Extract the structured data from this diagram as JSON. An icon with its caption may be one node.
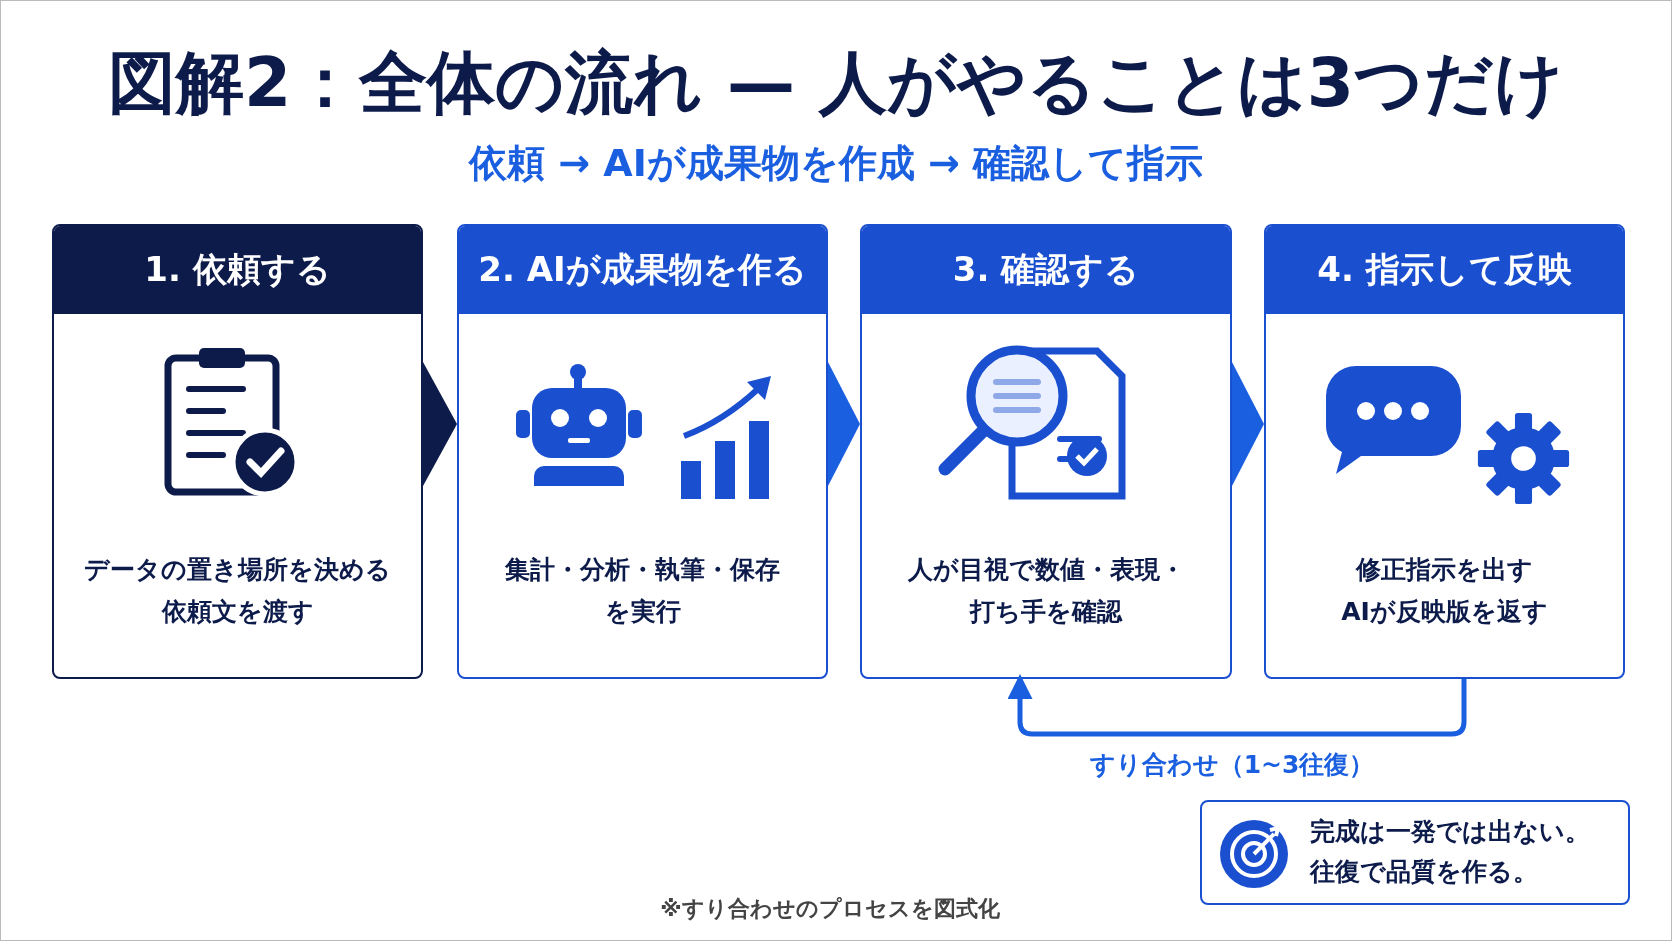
{
  "diagram": {
    "title": "図解2：全体の流れ — 人がやることは3つだけ",
    "caption": "※すり合わせのプロセスを図式化",
    "nodes": [
      {
        "text": [
          "1. 依頼する",
          "データの置き場所を決める",
          "依頼文を渡す"
        ]
      },
      {
        "text": [
          "2. AIが成果物を作る",
          "集計・分析・執筆・保存を実行"
        ]
      },
      {
        "text": [
          "3. 確認する",
          "人が目視で数値・表現・打ち手を確認"
        ]
      },
      {
        "text": [
          "4. 指示して反映",
          "修正指示を出す",
          "AIが反映版を返す"
        ]
      },
      {
        "text": [
          "完成は一発では出ない。",
          "往復で品質を作る。"
        ]
      }
    ],
    "edges": [
      {
        "from": 0,
        "to": 1,
        "arrow": "to",
        "color": "#0d1b4b"
      },
      {
        "from": 1,
        "to": 2,
        "arrow": "to"
      },
      {
        "from": 2,
        "to": 3,
        "arrow": "to"
      },
      {
        "from": 3,
        "to": 2,
        "arrow": "to",
        "label": "すり合わせ（1~3往復）"
      }
    ],
    "labels": [
      "依頼 → AIが成果物を作成 → 確認して指示"
    ]
  }
}
